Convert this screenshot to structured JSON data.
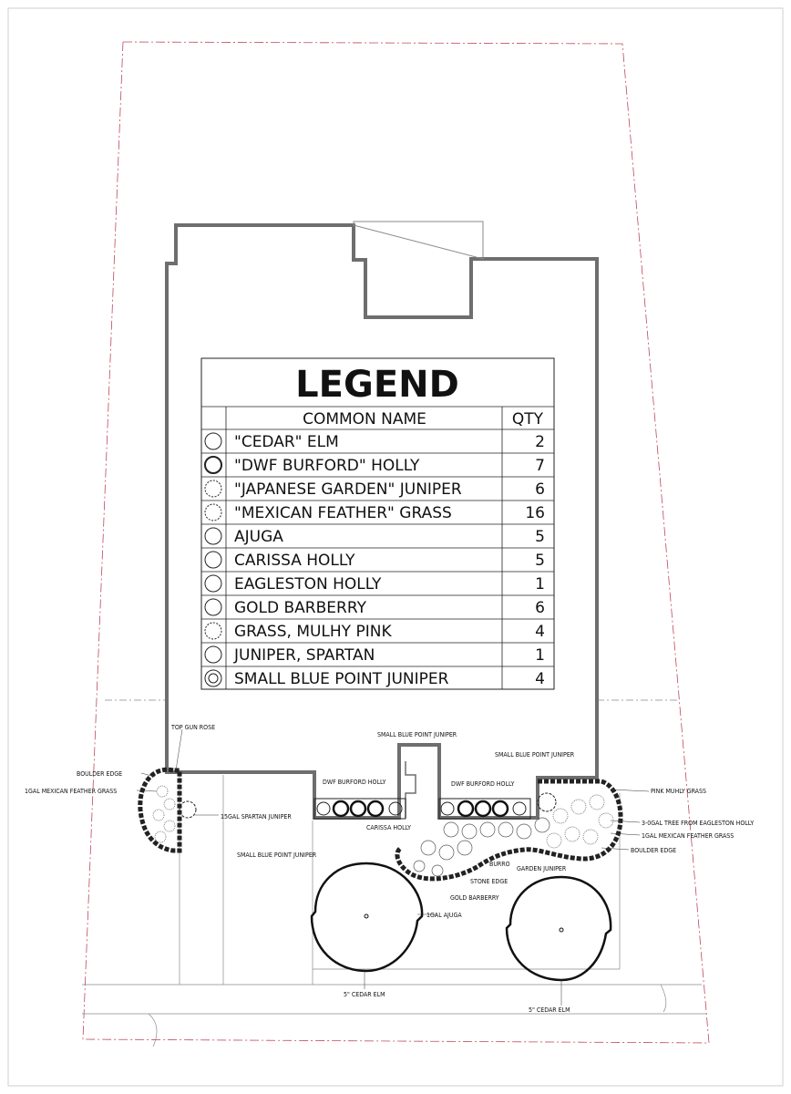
{
  "legend": {
    "title": "LEGEND",
    "col_name": "COMMON NAME",
    "col_qty": "QTY",
    "rows": [
      {
        "name": "\"CEDAR\" ELM",
        "qty": "2",
        "symbol": "elm-tree-icon"
      },
      {
        "name": "\"DWF BURFORD\" HOLLY",
        "qty": "7",
        "symbol": "holly-shrub-icon"
      },
      {
        "name": "\"JAPANESE GARDEN\" JUNIPER",
        "qty": "6",
        "symbol": "juniper-icon"
      },
      {
        "name": "\"MEXICAN FEATHER\" GRASS",
        "qty": "16",
        "symbol": "feather-grass-icon"
      },
      {
        "name": "AJUGA",
        "qty": "5",
        "symbol": "ajuga-icon"
      },
      {
        "name": "CARISSA HOLLY",
        "qty": "5",
        "symbol": "carissa-holly-icon"
      },
      {
        "name": "EAGLESTON HOLLY",
        "qty": "1",
        "symbol": "eagleston-holly-icon"
      },
      {
        "name": "GOLD BARBERRY",
        "qty": "6",
        "symbol": "barberry-icon"
      },
      {
        "name": "GRASS, MULHY PINK",
        "qty": "4",
        "symbol": "muhly-grass-icon"
      },
      {
        "name": "JUNIPER, SPARTAN",
        "qty": "1",
        "symbol": "spartan-juniper-icon"
      },
      {
        "name": "SMALL BLUE POINT JUNIPER",
        "qty": "4",
        "symbol": "blue-point-juniper-icon"
      }
    ]
  },
  "plan_labels": {
    "top_gun_rose": "TOP GUN ROSE",
    "boulder_edge_left": "BOULDER EDGE",
    "feather_grass_left": "1GAL MEXICAN FEATHER GRASS",
    "spartan_juniper": "15GAL SPARTAN JUNIPER",
    "blue_point_center": "SMALL BLUE POINT JUNIPER",
    "blue_point_right": "SMALL BLUE POINT JUNIPER",
    "dwf_burford_left": "DWF BURFORD HOLLY",
    "dwf_burford_right": "DWF BURFORD HOLLY",
    "pink_muhly": "PINK MUHLY GRASS",
    "eagleston_tree": "3-0GAL TREE FROM EAGLESTON HOLLY",
    "feather_grass_right": "1GAL MEXICAN FEATHER GRASS",
    "boulder_edge_right": "BOULDER EDGE",
    "carissa_holly": "CARISSA HOLLY",
    "blue_point_left": "SMALL BLUE POINT JUNIPER",
    "burro": "BURRO",
    "garden_juniper": "GARDEN JUNIPER",
    "stone_edge": "STONE EDGE",
    "gold_barberry": "GOLD BARBERRY",
    "ajuga": "1GAL AJUGA",
    "cedar_elm_left": "5\" CEDAR ELM",
    "cedar_elm_right": "5\" CEDAR ELM"
  },
  "colors": {
    "house_outline": "#6e6e6e",
    "property_line": "#c0485a",
    "ink": "#111111",
    "light_line": "#8a8a8a"
  }
}
